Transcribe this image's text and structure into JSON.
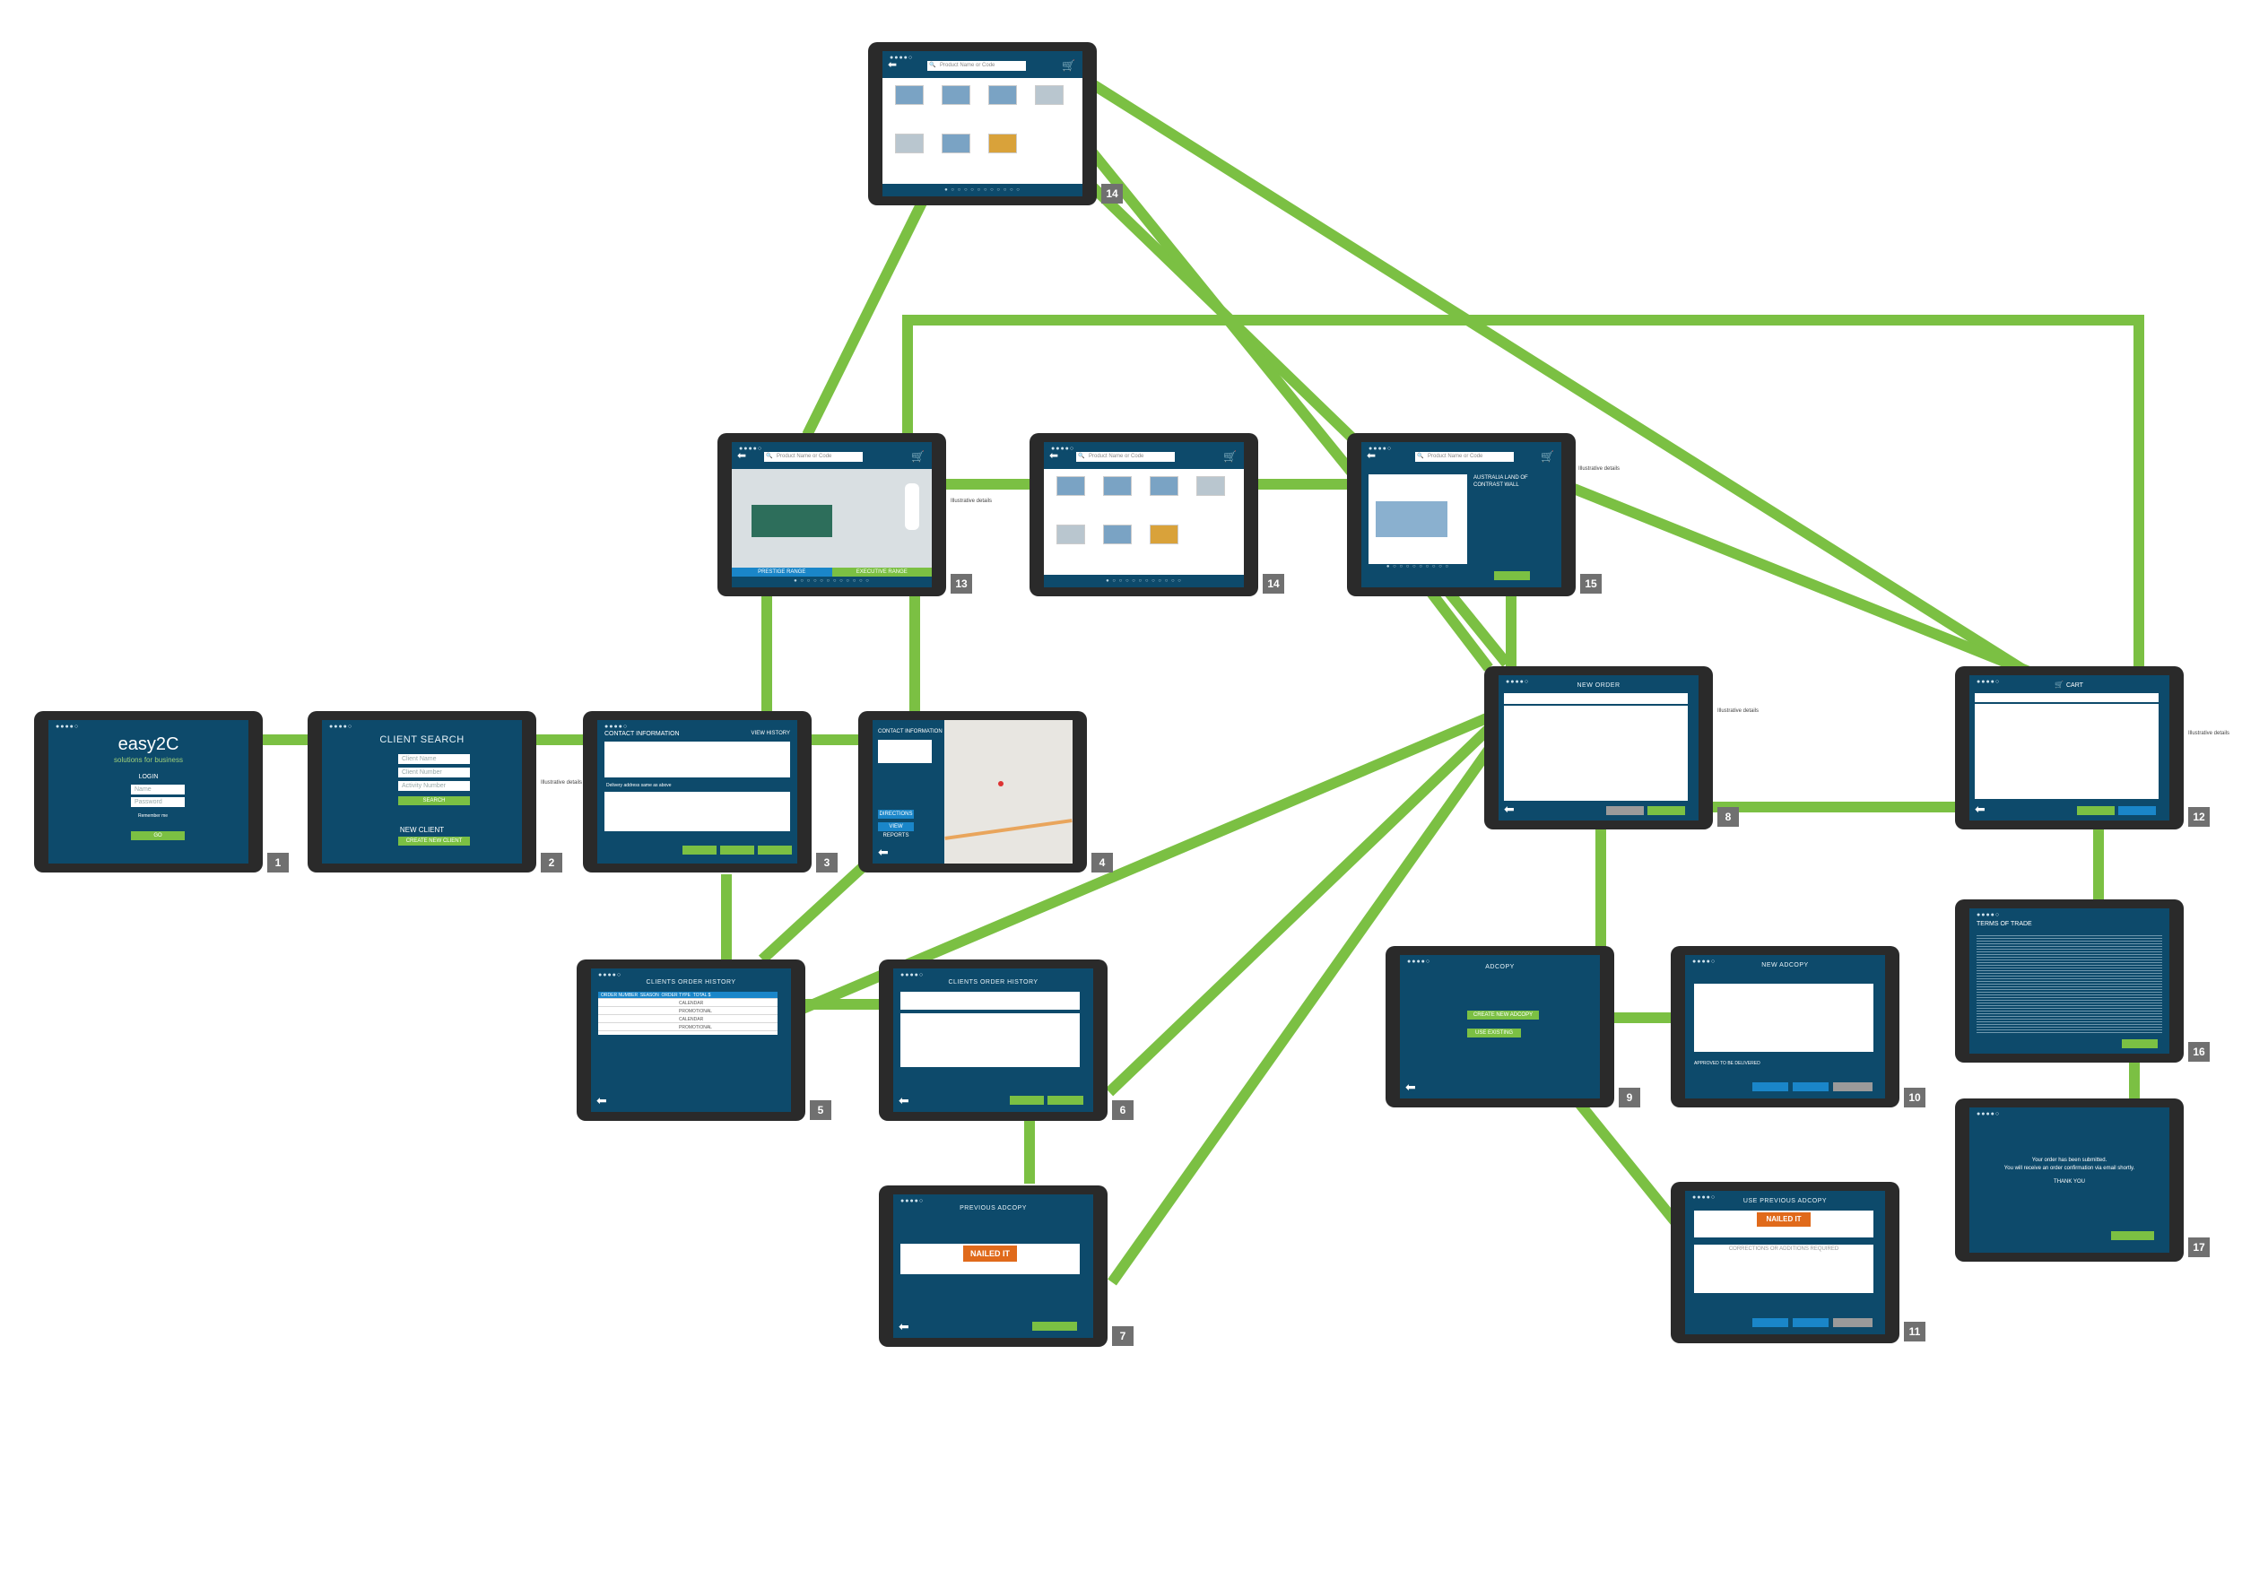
{
  "colors": {
    "link": "#7bc043",
    "frame": "#2a2a2a",
    "screen": "#0d4a6b",
    "accent": "#1a86c9",
    "label": "#707070"
  },
  "status_text": "●●●●○",
  "screens": {
    "s1": {
      "num": "1",
      "logo": "easy2C",
      "tagline": "solutions for business",
      "login": "LOGIN",
      "name_ph": "Name",
      "password_ph": "Password",
      "remember": "Remember me",
      "button": "GO"
    },
    "s2": {
      "num": "2",
      "title": "CLIENT SEARCH",
      "client_name": "Client Name",
      "client_number": "Client Number",
      "activity_number": "Activity Number",
      "search": "SEARCH",
      "new_client": "NEW CLIENT",
      "create": "CREATE NEW CLIENT"
    },
    "s3": {
      "num": "3",
      "title": "CONTACT INFORMATION",
      "view_history": "VIEW HISTORY",
      "same_as_above": "Delivery address same as above"
    },
    "s4": {
      "num": "4",
      "title": "CONTACT INFORMATION",
      "directions": "DIRECTIONS",
      "view_reports": "VIEW REPORTS"
    },
    "s5": {
      "num": "5",
      "title": "CLIENTS ORDER HISTORY",
      "col1": "ORDER NUMBER",
      "col2": "SEASON",
      "col3": "ORDER TYPE",
      "col4": "TOTAL $",
      "r1a": "CALENDAR",
      "r2a": "PROMOTIONAL",
      "r3a": "CALENDAR",
      "r4a": "PROMOTIONAL"
    },
    "s6": {
      "num": "6",
      "title": "CLIENTS ORDER HISTORY"
    },
    "s7": {
      "num": "7",
      "title": "PREVIOUS ADCOPY",
      "logo": "NAILED IT"
    },
    "s8": {
      "num": "8",
      "title": "NEW ORDER"
    },
    "s9": {
      "num": "9",
      "title": "ADCOPY",
      "create": "CREATE NEW ADCOPY",
      "use_existing": "USE EXISTING"
    },
    "s10": {
      "num": "10",
      "title": "NEW ADCOPY",
      "approved": "APPROVED TO BE DELIVERED"
    },
    "s11": {
      "num": "11",
      "title": "USE PREVIOUS ADCOPY",
      "corrections": "CORRECTIONS OR ADDITIONS REQUIRED",
      "logo": "NAILED IT"
    },
    "s12": {
      "num": "12",
      "title": "CART"
    },
    "s13": {
      "num": "13",
      "search_ph": "Product Name or Code",
      "left_label": "PRESTIGE RANGE",
      "right_label": "EXECUTIVE RANGE"
    },
    "s14": {
      "num": "14",
      "search_ph": "Product Name or Code"
    },
    "s14b": {
      "num": "14",
      "search_ph": "Product Name or Code"
    },
    "s15": {
      "num": "15",
      "search_ph": "Product Name or Code",
      "product_title": "AUSTRALIA LAND OF CONTRAST WALL"
    },
    "s16": {
      "num": "16",
      "title": "TERMS OF TRADE"
    },
    "s17": {
      "num": "17",
      "line1": "Your order has been submitted.",
      "line2": "You will receive an order confirmation via email shortly.",
      "thanks": "THANK YOU"
    }
  }
}
